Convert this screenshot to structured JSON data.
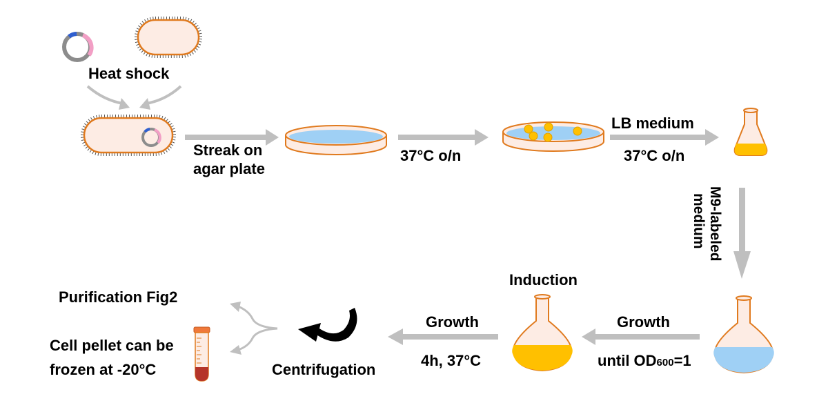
{
  "labels": {
    "heat_shock": "Heat shock",
    "streak_line1": "Streak on",
    "streak_line2": "agar plate",
    "incubate_plate": "37°C o/n",
    "lb_medium": "LB medium",
    "lb_incubate": "37°C o/n",
    "m9_line1": "M9-labeled",
    "m9_line2": "medium",
    "growth_od": "Growth",
    "until_od_prefix": "until OD",
    "od_subscript": "600",
    "od_suffix": "=1",
    "induction": "Induction",
    "growth_expr": "Growth",
    "expr_time": "4h, 37°C",
    "centrifugation": "Centrifugation",
    "purification": "Purification Fig2",
    "pellet_line1": "Cell pellet can be",
    "pellet_line2": "frozen at -20°C"
  },
  "colors": {
    "arrow": "#bfbfbf",
    "cell_fill": "#fdece4",
    "cell_stroke": "#e07a1e",
    "agar_blue": "#9fd0f5",
    "colony_yellow": "#ffc000",
    "medium_blue": "#9fd0f5",
    "plasmid_gray": "#8c8c8c",
    "plasmid_pink": "#f29fc5",
    "plasmid_blue": "#2f5fd0",
    "tube_orange": "#f0793a",
    "pellet_red": "#b5352a"
  }
}
